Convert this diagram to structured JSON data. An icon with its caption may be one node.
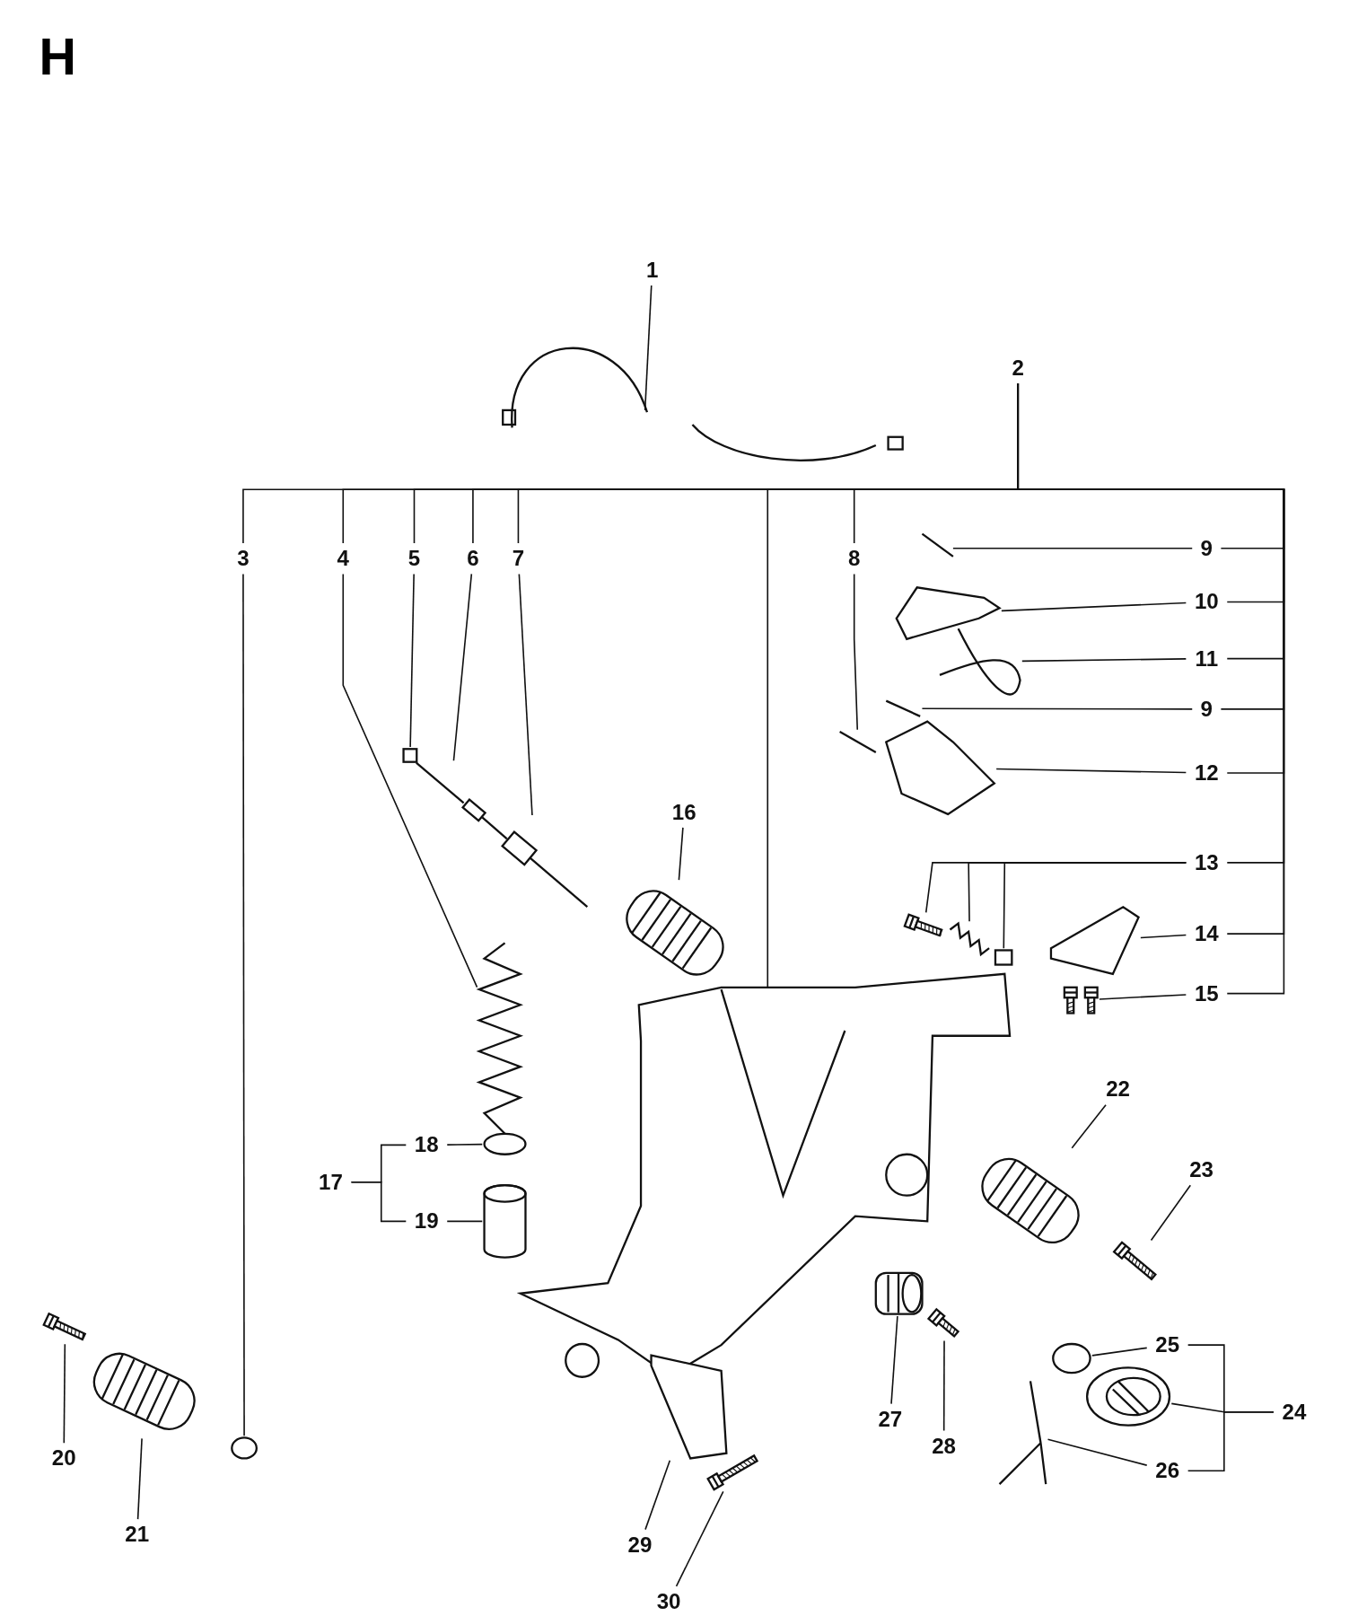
{
  "diagram": {
    "title": "H",
    "nodes": [
      {
        "text": [
          "1"
        ]
      },
      {
        "text": [
          "2"
        ]
      },
      {
        "text": [
          "3"
        ]
      },
      {
        "text": [
          "4"
        ]
      },
      {
        "text": [
          "5"
        ]
      },
      {
        "text": [
          "6"
        ]
      },
      {
        "text": [
          "7"
        ]
      },
      {
        "text": [
          "8"
        ]
      },
      {
        "text": [
          "9"
        ]
      },
      {
        "text": [
          "10"
        ]
      },
      {
        "text": [
          "11"
        ]
      },
      {
        "text": [
          "9"
        ]
      },
      {
        "text": [
          "12"
        ]
      },
      {
        "text": [
          "13"
        ]
      },
      {
        "text": [
          "14"
        ]
      },
      {
        "text": [
          "15"
        ]
      },
      {
        "text": [
          "16"
        ]
      },
      {
        "text": [
          "17"
        ]
      },
      {
        "text": [
          "18"
        ]
      },
      {
        "text": [
          "19"
        ]
      },
      {
        "text": [
          "20"
        ]
      },
      {
        "text": [
          "21"
        ]
      },
      {
        "text": [
          "22"
        ]
      },
      {
        "text": [
          "23"
        ]
      },
      {
        "text": [
          "24"
        ]
      },
      {
        "text": [
          "25"
        ]
      },
      {
        "text": [
          "26"
        ]
      },
      {
        "text": [
          "27"
        ]
      },
      {
        "text": [
          "28"
        ]
      },
      {
        "text": [
          "29"
        ]
      },
      {
        "text": [
          "30"
        ]
      },
      {
        "text": [],
        "shape": "picture"
      },
      {
        "text": [],
        "shape": "picture"
      },
      {
        "text": [],
        "shape": "circle"
      },
      {
        "text": [],
        "shape": "picture"
      },
      {
        "text": [],
        "shape": "box"
      },
      {
        "text": [],
        "shape": "picture"
      },
      {
        "text": [],
        "shape": "picture"
      },
      {
        "text": [],
        "shape": "picture"
      },
      {
        "text": [],
        "shape": "picture"
      },
      {
        "text": [],
        "shape": "picture"
      },
      {
        "text": [],
        "shape": "picture"
      },
      {
        "text": [],
        "shape": "picture"
      },
      {
        "text": [],
        "shape": "picture"
      },
      {
        "text": [],
        "shape": "picture"
      },
      {
        "text": [],
        "shape": "picture"
      },
      {
        "text": [],
        "shape": "box"
      },
      {
        "text": [],
        "shape": "picture"
      },
      {
        "text": [],
        "shape": "picture"
      },
      {
        "text": [],
        "shape": "picture"
      },
      {
        "text": [],
        "shape": "circle"
      },
      {
        "text": [],
        "shape": "cylinder"
      },
      {
        "text": [],
        "shape": "picture"
      },
      {
        "text": [],
        "shape": "picture"
      },
      {
        "text": [],
        "shape": "picture"
      },
      {
        "text": [],
        "shape": "picture"
      },
      {
        "text": [],
        "shape": "circle"
      },
      {
        "text": [],
        "shape": "picture"
      },
      {
        "text": [],
        "shape": "picture"
      },
      {
        "text": [],
        "shape": "picture"
      },
      {
        "text": [],
        "shape": "picture"
      },
      {
        "text": [],
        "shape": "picture"
      },
      {
        "text": [],
        "shape": "picture"
      }
    ],
    "edges": [
      {
        "from": 0,
        "to": 31,
        "arrow": "none"
      },
      {
        "from": 1,
        "to": 32,
        "arrow": "none"
      },
      {
        "from": 1,
        "to": 2,
        "arrow": "none"
      },
      {
        "from": 1,
        "to": 3,
        "arrow": "none"
      },
      {
        "from": 1,
        "to": 4,
        "arrow": "none"
      },
      {
        "from": 1,
        "to": 5,
        "arrow": "none"
      },
      {
        "from": 1,
        "to": 6,
        "arrow": "none"
      },
      {
        "from": 1,
        "to": 7,
        "arrow": "none"
      },
      {
        "from": 1,
        "to": 8,
        "arrow": "none"
      },
      {
        "from": 1,
        "to": 9,
        "arrow": "none"
      },
      {
        "from": 1,
        "to": 10,
        "arrow": "none"
      },
      {
        "from": 1,
        "to": 11,
        "arrow": "none"
      },
      {
        "from": 1,
        "to": 12,
        "arrow": "none"
      },
      {
        "from": 1,
        "to": 13,
        "arrow": "none"
      },
      {
        "from": 1,
        "to": 14,
        "arrow": "none"
      },
      {
        "from": 1,
        "to": 15,
        "arrow": "none"
      },
      {
        "from": 2,
        "to": 33,
        "arrow": "none"
      },
      {
        "from": 3,
        "to": 34,
        "arrow": "none"
      },
      {
        "from": 4,
        "to": 35,
        "arrow": "none"
      },
      {
        "from": 5,
        "to": 36,
        "arrow": "none"
      },
      {
        "from": 6,
        "to": 37,
        "arrow": "none"
      },
      {
        "from": 7,
        "to": 38,
        "arrow": "none"
      },
      {
        "from": 8,
        "to": 39,
        "arrow": "none"
      },
      {
        "from": 9,
        "to": 40,
        "arrow": "none"
      },
      {
        "from": 10,
        "to": 41,
        "arrow": "none"
      },
      {
        "from": 11,
        "to": 42,
        "arrow": "none"
      },
      {
        "from": 12,
        "to": 43,
        "arrow": "none"
      },
      {
        "from": 13,
        "to": 44,
        "arrow": "none"
      },
      {
        "from": 13,
        "to": 45,
        "arrow": "none"
      },
      {
        "from": 13,
        "to": 46,
        "arrow": "none"
      },
      {
        "from": 14,
        "to": 47,
        "arrow": "none"
      },
      {
        "from": 15,
        "to": 48,
        "arrow": "none"
      },
      {
        "from": 16,
        "to": 49,
        "arrow": "none"
      },
      {
        "from": 17,
        "to": 18,
        "arrow": "none"
      },
      {
        "from": 17,
        "to": 19,
        "arrow": "none"
      },
      {
        "from": 18,
        "to": 50,
        "arrow": "none"
      },
      {
        "from": 19,
        "to": 51,
        "arrow": "none"
      },
      {
        "from": 20,
        "to": 52,
        "arrow": "none"
      },
      {
        "from": 21,
        "to": 53,
        "arrow": "none"
      },
      {
        "from": 22,
        "to": 54,
        "arrow": "none"
      },
      {
        "from": 23,
        "to": 55,
        "arrow": "none"
      },
      {
        "from": 24,
        "to": 25,
        "arrow": "none"
      },
      {
        "from": 24,
        "to": 26,
        "arrow": "none"
      },
      {
        "from": 24,
        "to": 57,
        "arrow": "none"
      },
      {
        "from": 25,
        "to": 56,
        "arrow": "none"
      },
      {
        "from": 26,
        "to": 58,
        "arrow": "none"
      },
      {
        "from": 27,
        "to": 59,
        "arrow": "none"
      },
      {
        "from": 28,
        "to": 60,
        "arrow": "none"
      },
      {
        "from": 29,
        "to": 61,
        "arrow": "none"
      },
      {
        "from": 30,
        "to": 62,
        "arrow": "none"
      }
    ]
  }
}
